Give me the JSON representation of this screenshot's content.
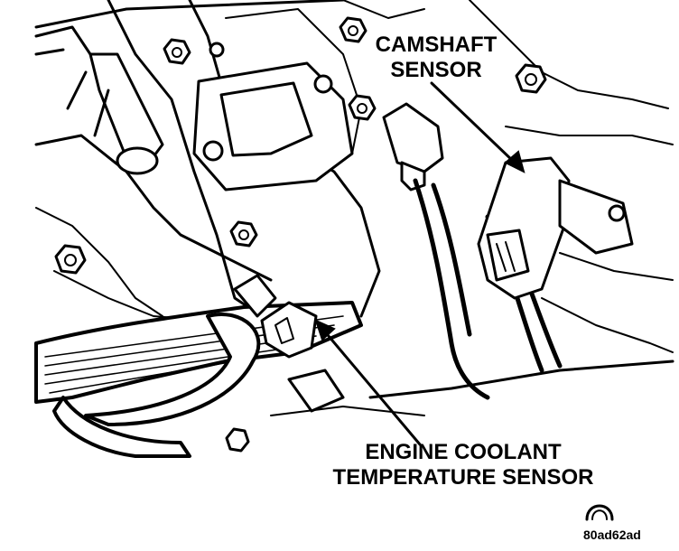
{
  "diagram": {
    "labels": {
      "camshaft_line1": "CAMSHAFT",
      "camshaft_line2": "SENSOR",
      "ect_line1": "ENGINE COOLANT",
      "ect_line2": "TEMPERATURE SENSOR"
    },
    "figure_id": "80ad62ad"
  }
}
